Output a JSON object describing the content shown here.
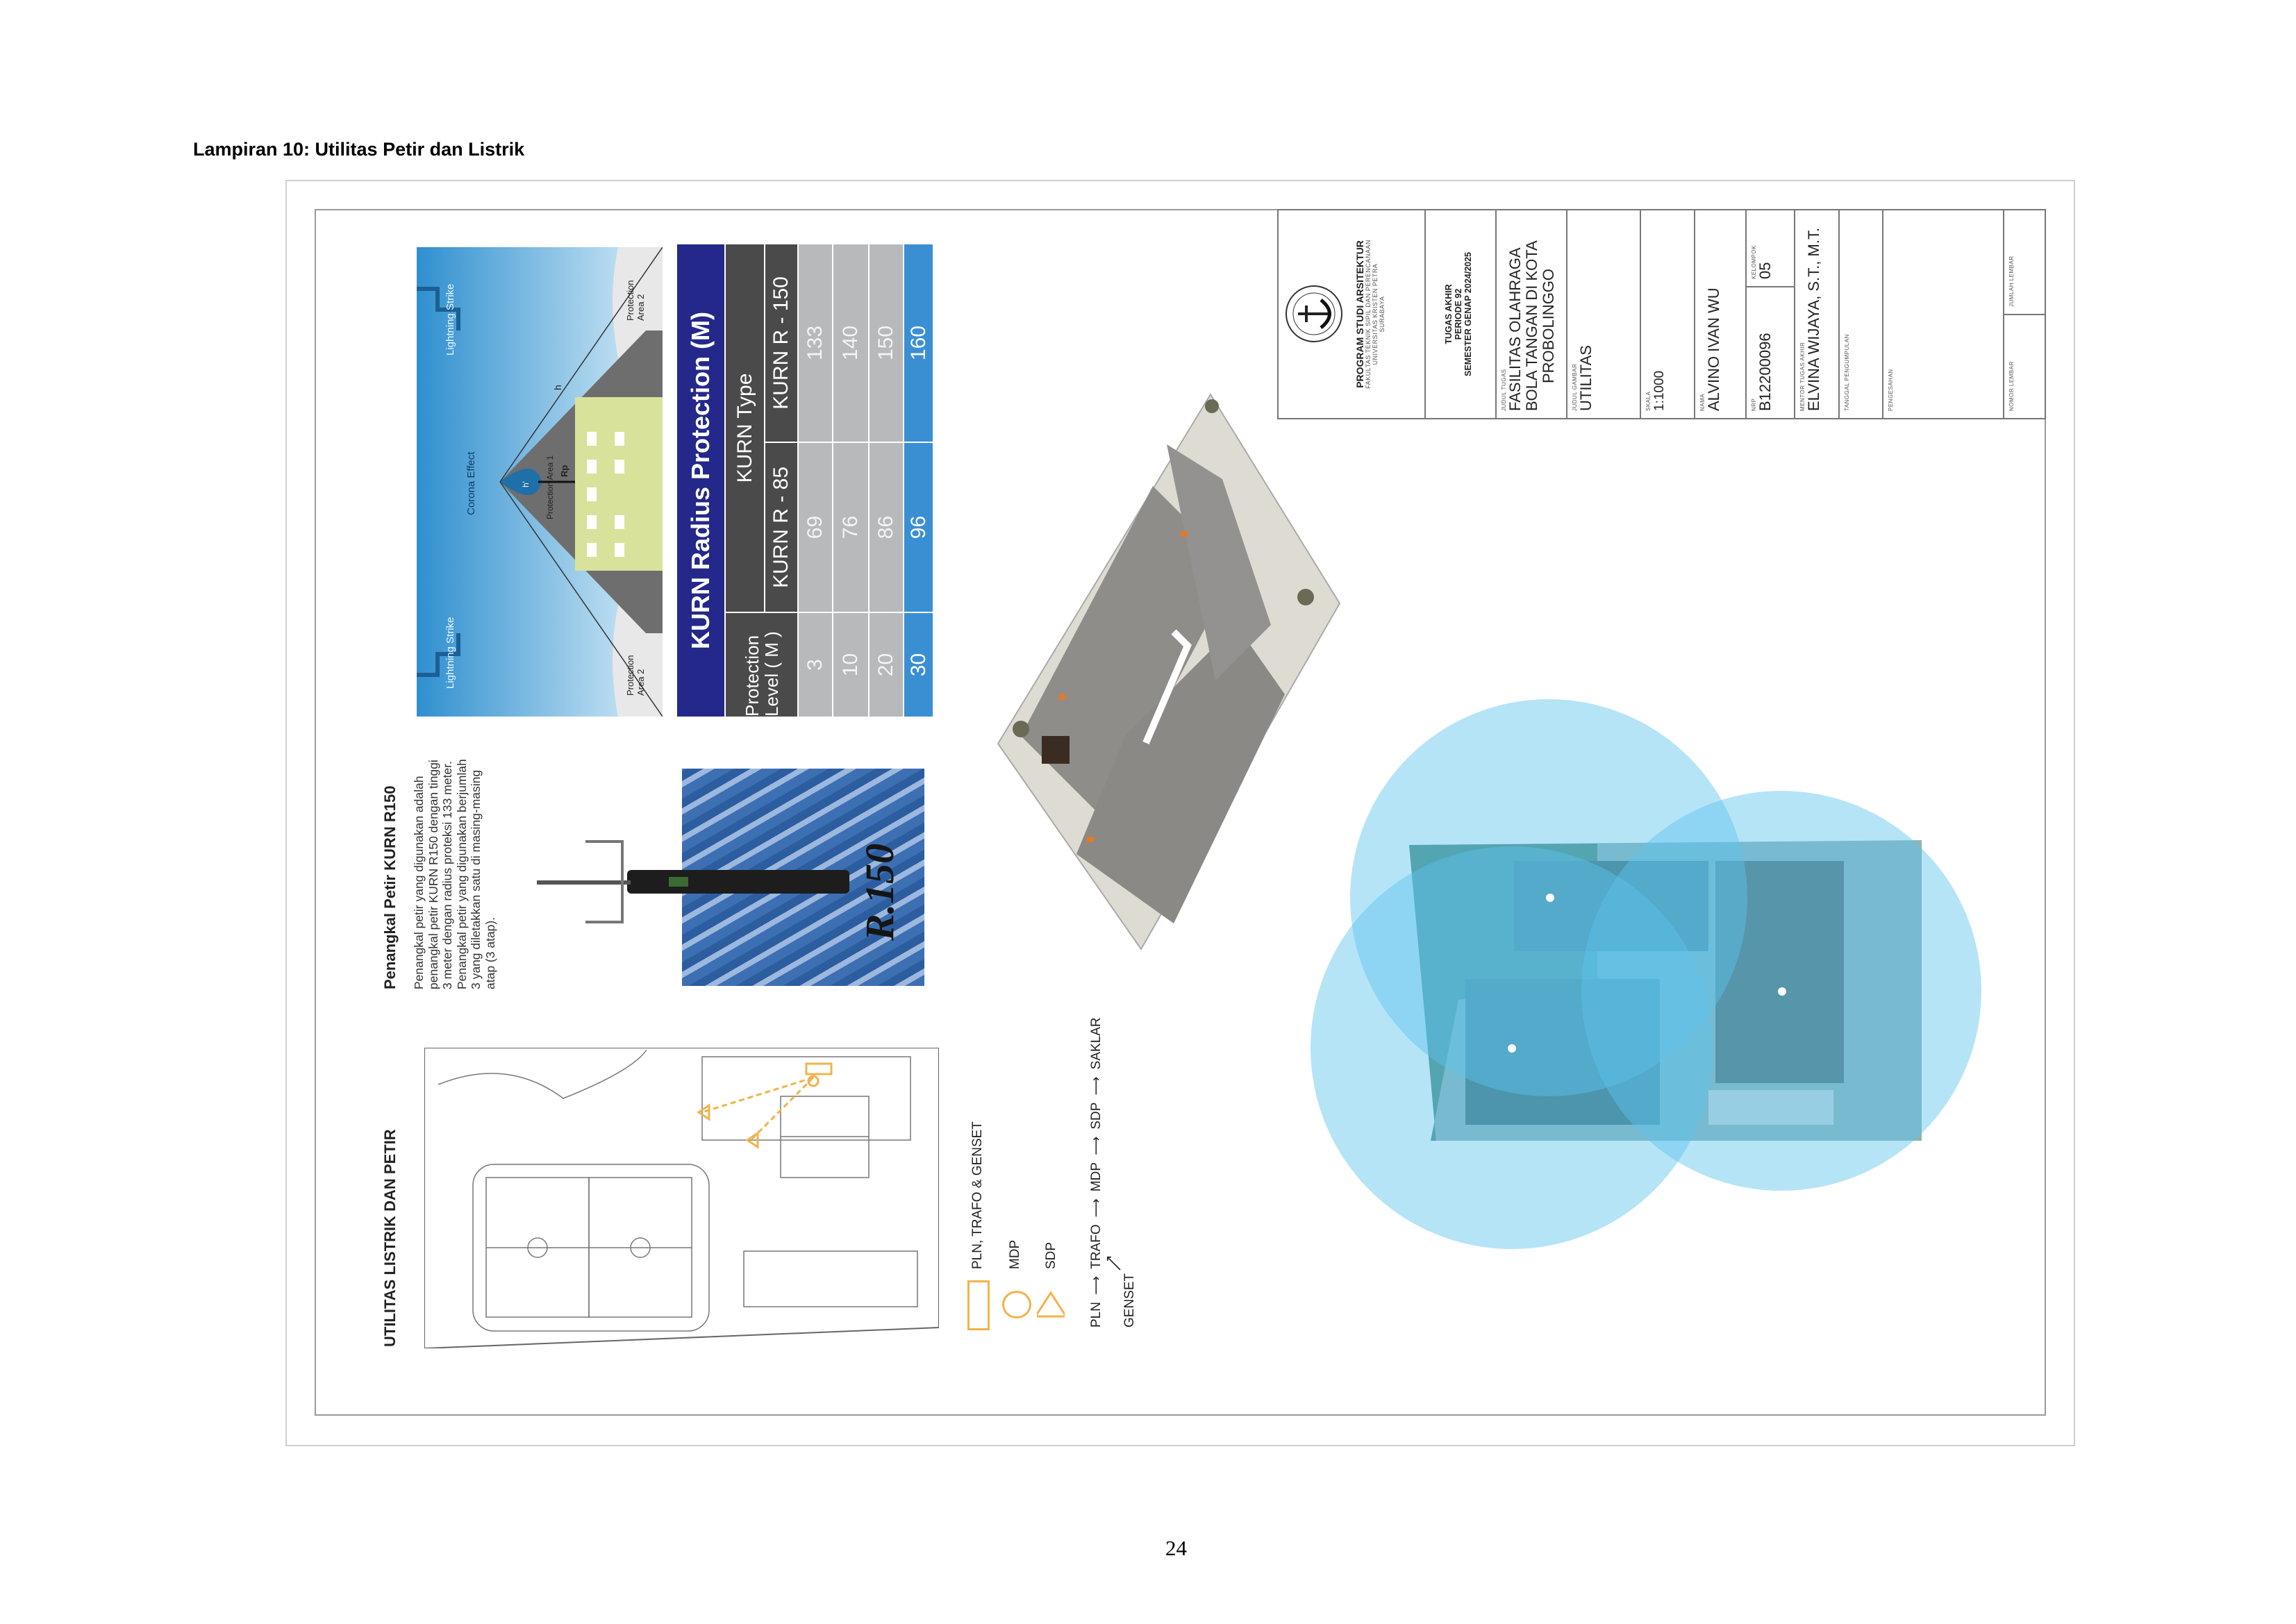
{
  "document": {
    "heading": "Lampiran 10: Utilitas Petir dan Listrik",
    "page_number": "24"
  },
  "sheet": {
    "section_title": "UTILITAS LISTRIK DAN PETIR",
    "rod_section": {
      "title": "Penangkal Petir KURN R150",
      "lines": [
        "Penangkal petir yang digunakan adalah",
        "penangkal petir KURN R150 dengan tinggi",
        "3 meter dengan radius proteksi 133 meter.",
        "Penangkal petir yang digunakan berjumlah",
        "3 yang diletakkan satu di masing-masing",
        "atap (3 atap)."
      ],
      "product_logo": "R.150"
    },
    "diagram": {
      "strike_left": "Lightning Strike",
      "strike_right": "Lightning Strike",
      "corona": "Corona Effect",
      "area1": "Protection Area 1",
      "area2_left": "Protection Area 2",
      "area2_right": "Protection Area 2",
      "h": "h",
      "h_prime": "h'",
      "rp": "Rp"
    },
    "table": {
      "title": "KURN Radius Protection (M)",
      "col_level": "Protection Level ( M )",
      "col_group": "KURN Type",
      "col_a": "KURN R - 85",
      "col_b": "KURN R - 150",
      "rows": [
        {
          "level": "3",
          "a": "69",
          "b": "133"
        },
        {
          "level": "10",
          "a": "76",
          "b": "140"
        },
        {
          "level": "20",
          "a": "86",
          "b": "150"
        },
        {
          "level": "30",
          "a": "96",
          "b": "160"
        }
      ]
    },
    "legend": {
      "pln": "PLN, TRAFO & GENSET",
      "mdp": "MDP",
      "sdp": "SDP"
    },
    "flow": {
      "steps": [
        "PLN",
        "TRAFO",
        "MDP",
        "SDP",
        "SAKLAR"
      ],
      "genset": "GENSET"
    },
    "colors": {
      "legend": "#f0b44a",
      "circle": "#5ec3ee",
      "navy": "#24288a"
    }
  },
  "title_block": {
    "program": "PROGRAM STUDI ARSITEKTUR",
    "faculty": "FAKULTAS TEKNIK SIPIL DAN PERENCANAAN",
    "university": "UNIVERSITAS KRISTEN PETRA",
    "city": "SURABAYA",
    "logo_text": "UNIVERSITAS KRISTEN PETRA",
    "course": "TUGAS AKHIR",
    "period": "PERIODE 92",
    "semester": "SEMESTER GENAP 2024/2025",
    "judul_tugas_label": "JUDUL TUGAS",
    "judul_tugas": [
      "FASILITAS OLAHRAGA",
      "BOLA TANGAN DI KOTA",
      "PROBOLINGGO"
    ],
    "judul_gambar_label": "JUDUL GAMBAR",
    "judul_gambar": "UTILITAS",
    "skala_label": "SKALA",
    "skala": "1:1000",
    "nama_label": "NAMA",
    "nama": "ALVINO IVAN WU",
    "nrp_label": "NRP",
    "nrp": "B12200096",
    "kelompok_label": "KELOMPOK",
    "kelompok": "05",
    "mentor_label": "MENTOR TUGAS AKHIR",
    "mentor": "ELVINA WIJAYA, S.T., M.T.",
    "tanggal_label": "TANGGAL PENGUMPULAN",
    "pengesahan_label": "PENGESAHAN",
    "nomor_label": "NOMOR LEMBAR",
    "jumlah_label": "JUMLAH LEMBAR"
  }
}
